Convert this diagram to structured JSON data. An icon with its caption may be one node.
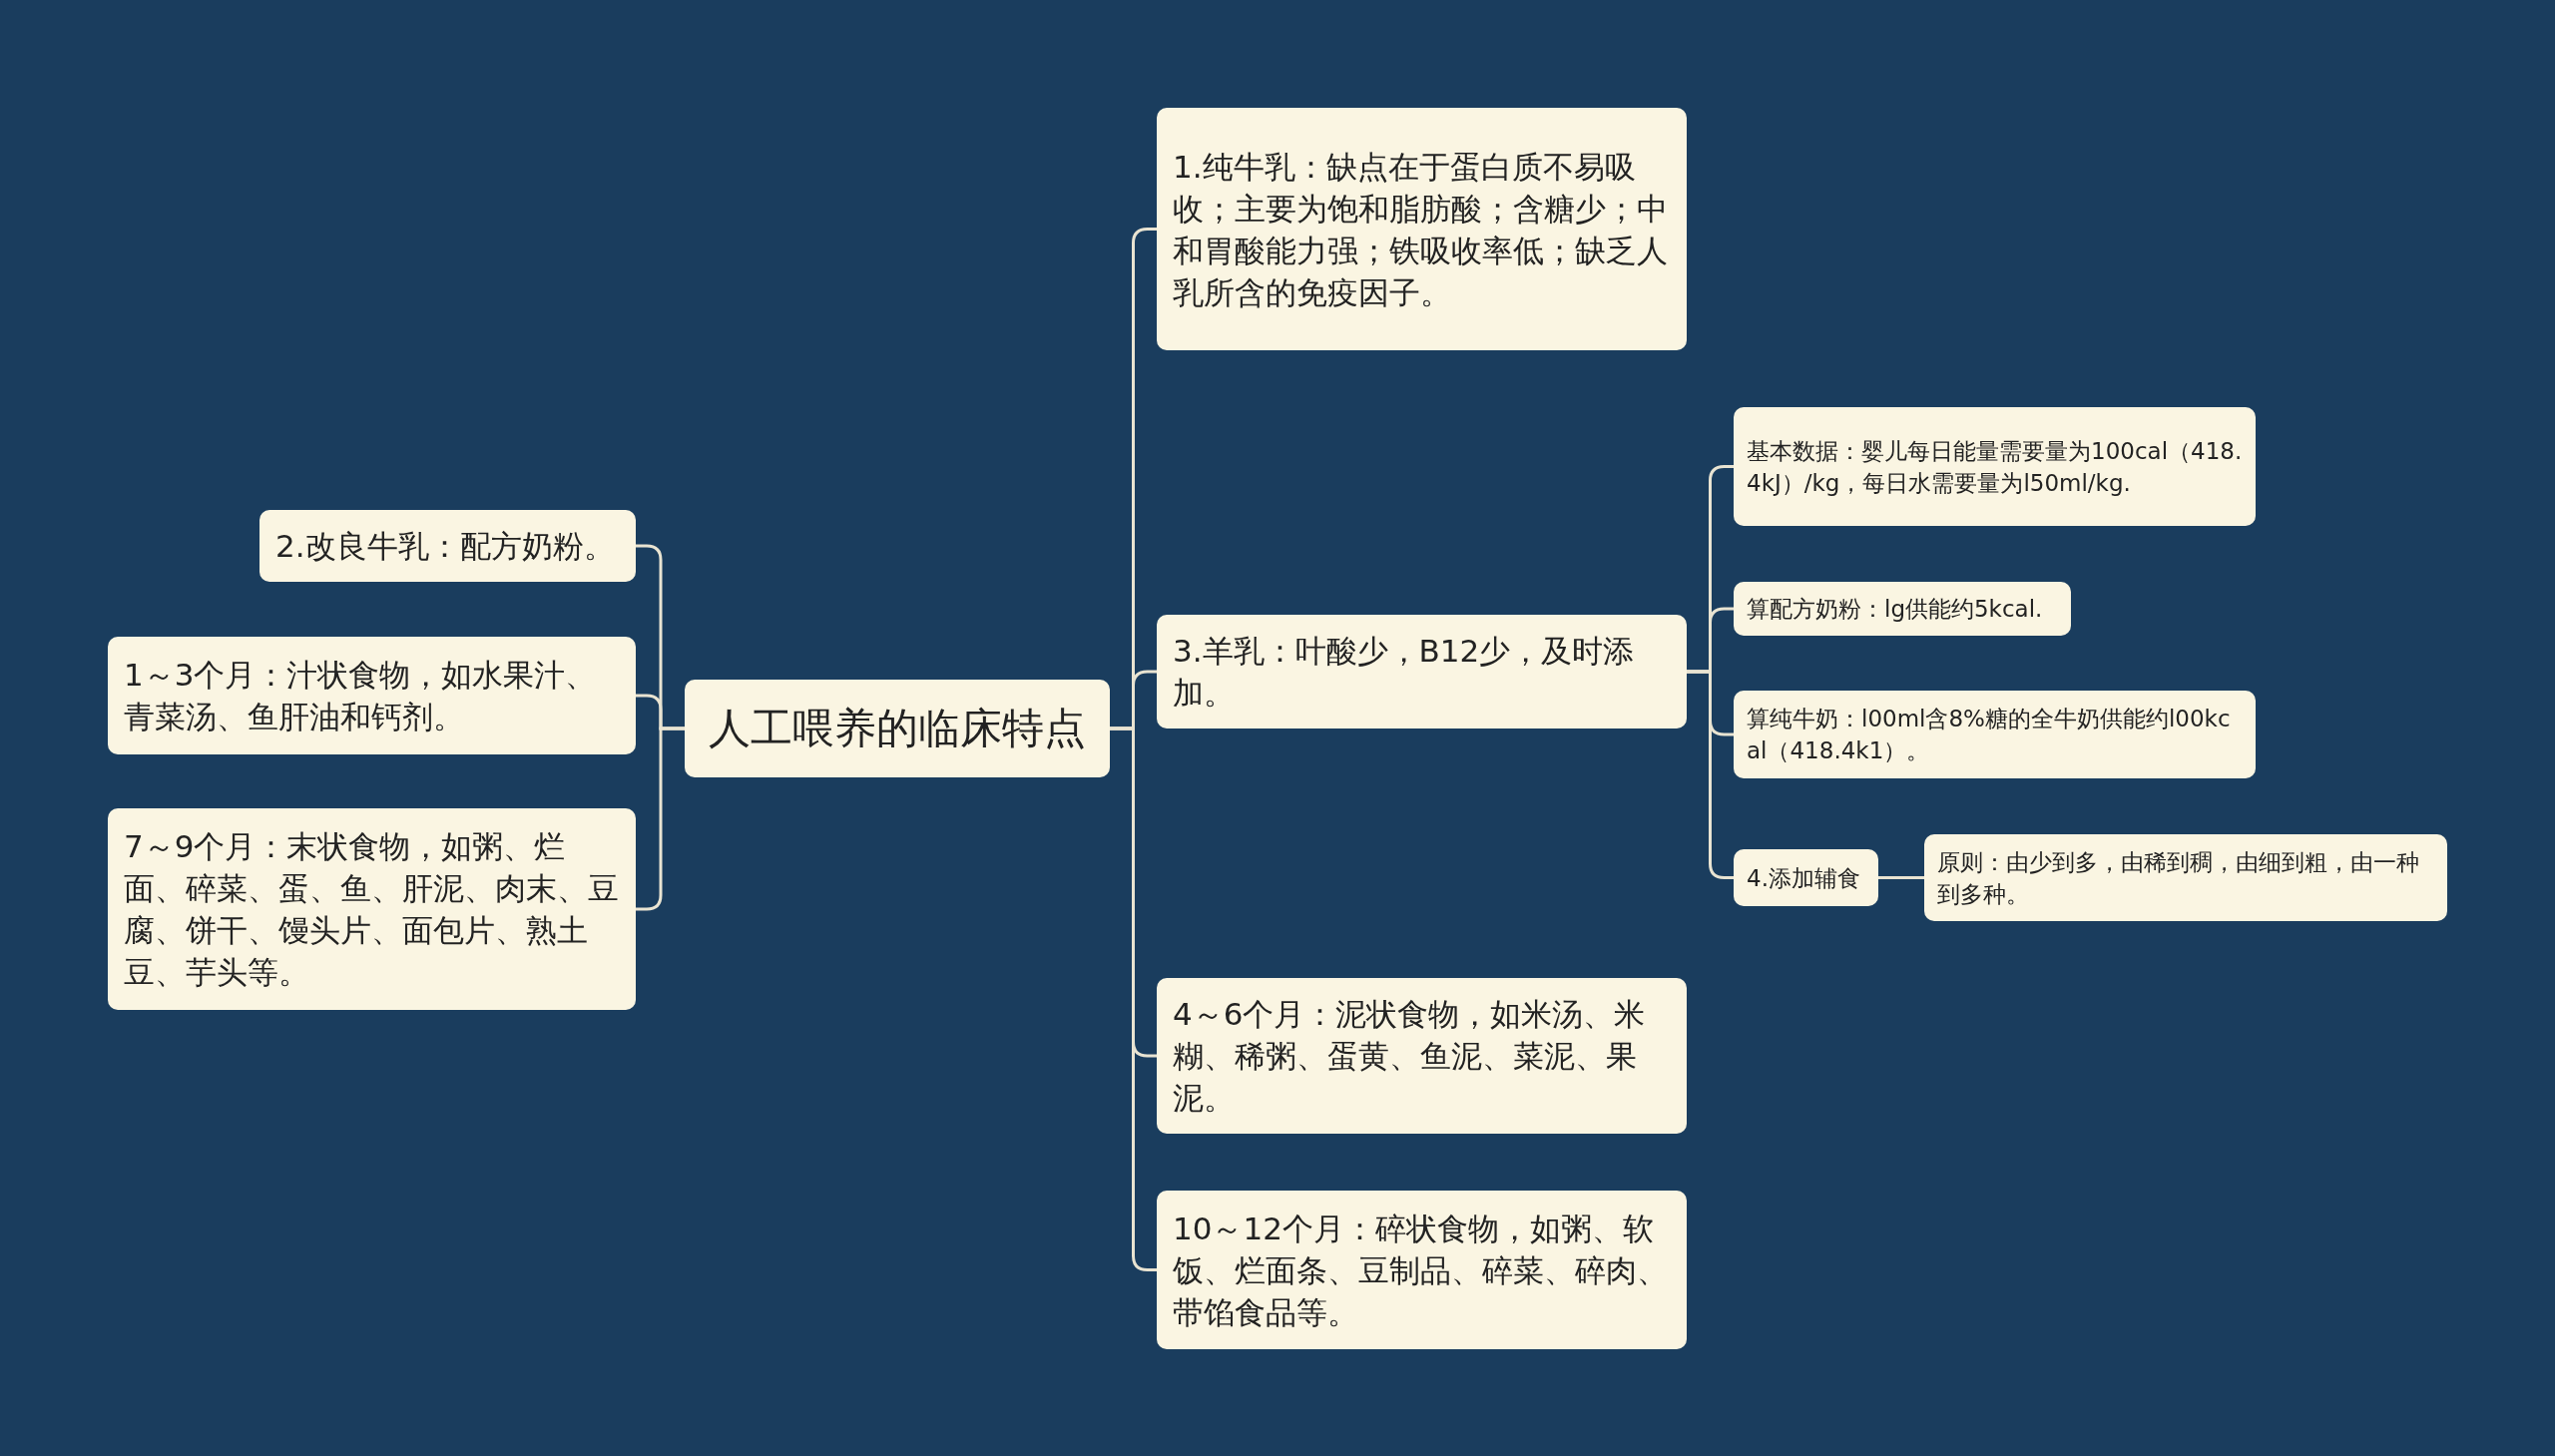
{
  "diagram": {
    "nodes": [
      {
        "text": [
          "人工喂养的临床特点"
        ]
      },
      {
        "text": [
          "2.改良牛乳：配方奶粉。"
        ]
      },
      {
        "text": [
          "1～3个月：汁状食物，如水果汁、青菜汤、鱼肝油和钙剂。"
        ]
      },
      {
        "text": [
          "7～9个月：末状食物，如粥、烂面、碎菜、蛋、鱼、肝泥、肉末、豆腐、饼干、馒头片、面包片、熟土豆、芋头等。"
        ]
      },
      {
        "text": [
          "1.纯牛乳：缺点在于蛋白质不易吸收；主要为饱和脂肪酸；含糖少；中和胃酸能力强；铁吸收率低；缺乏人乳所含的免疫因子。"
        ]
      },
      {
        "text": [
          "3.羊乳：叶酸少，B12少，及时添加。"
        ]
      },
      {
        "text": [
          "4～6个月：泥状食物，如米汤、米糊、稀粥、蛋黄、鱼泥、菜泥、果泥。"
        ]
      },
      {
        "text": [
          "10～12个月：碎状食物，如粥、软饭、烂面条、豆制品、碎菜、碎肉、带馅食品等。"
        ]
      },
      {
        "text": [
          "基本数据：婴儿每日能量需要量为100cal（418.4kJ）/kg，每日水需要量为l50ml/kg."
        ]
      },
      {
        "text": [
          "算配方奶粉：lg供能约5kcal."
        ]
      },
      {
        "text": [
          "算纯牛奶：l00ml含8%糖的全牛奶供能约l00kcal（418.4k1）。"
        ]
      },
      {
        "text": [
          "4.添加辅食"
        ]
      },
      {
        "text": [
          "原则：由少到多，由稀到稠，由细到粗，由一种到多种。"
        ]
      }
    ],
    "edges": [
      {
        "from": 0,
        "to": 1,
        "arrow": "none"
      },
      {
        "from": 0,
        "to": 2,
        "arrow": "none"
      },
      {
        "from": 0,
        "to": 3,
        "arrow": "none"
      },
      {
        "from": 0,
        "to": 4,
        "arrow": "none"
      },
      {
        "from": 0,
        "to": 5,
        "arrow": "none"
      },
      {
        "from": 0,
        "to": 6,
        "arrow": "none"
      },
      {
        "from": 0,
        "to": 7,
        "arrow": "none"
      },
      {
        "from": 5,
        "to": 8,
        "arrow": "none"
      },
      {
        "from": 5,
        "to": 9,
        "arrow": "none"
      },
      {
        "from": 5,
        "to": 10,
        "arrow": "none"
      },
      {
        "from": 5,
        "to": 11,
        "arrow": "none"
      },
      {
        "from": 11,
        "to": 12,
        "arrow": "none"
      }
    ]
  }
}
